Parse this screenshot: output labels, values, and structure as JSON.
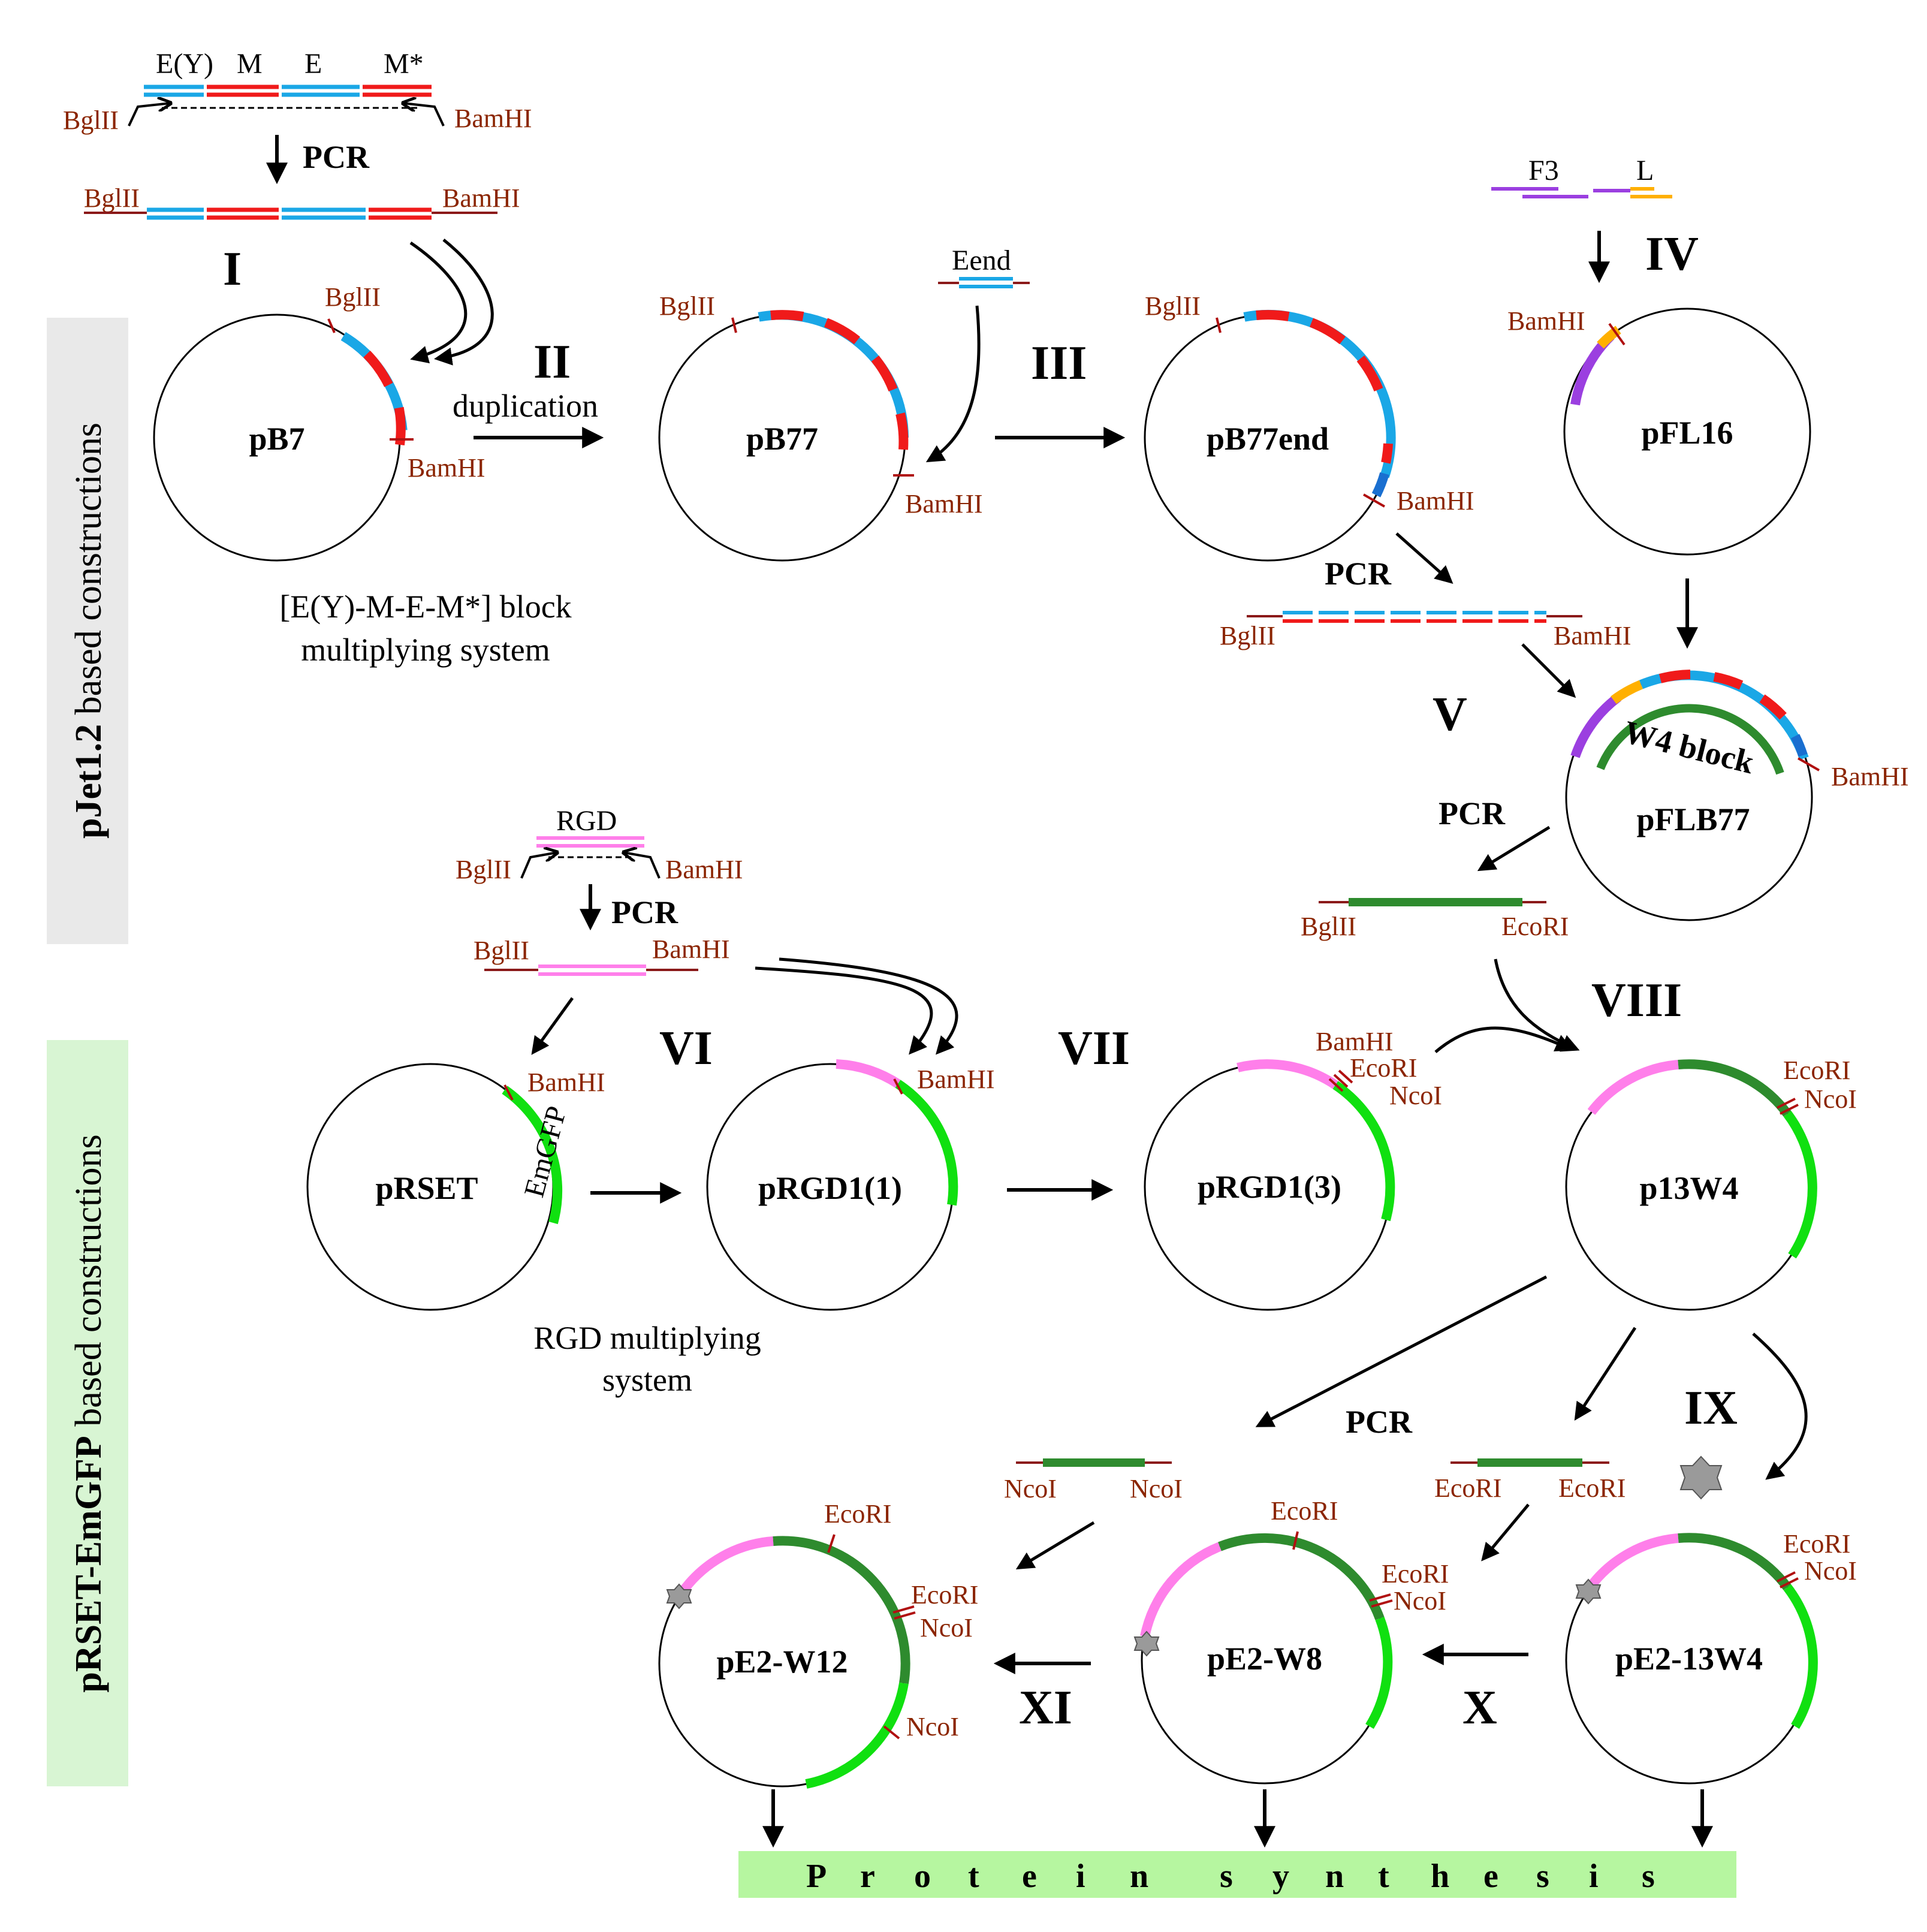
{
  "colors": {
    "E": "#1aa7e6",
    "M": "#f01a1a",
    "F3": "#9b3fe0",
    "L": "#ffb000",
    "RGD": "#ff7fea",
    "EmGFP": "#10e010",
    "W_block": "#2e8b2e",
    "site_mark": "#b01010",
    "panel_grey": "#e9e9e9",
    "panel_green": "#d8f5d3",
    "protein_bar": "#b6f6a0"
  },
  "side_labels": {
    "top_bold": "pJet1.2",
    "top_rest": " based constructions",
    "bottom_bold": "pRSET-EmGFP",
    "bottom_rest": " based constructions"
  },
  "fragments": {
    "start": {
      "e": "E(Y)",
      "m": "M",
      "e2": "E",
      "m2": "M*",
      "left": "BglII",
      "right": "BamHI"
    },
    "pcr1": {
      "left": "BglII",
      "right": "BamHI"
    },
    "eend": "Eend",
    "f3l": {
      "f3": "F3",
      "l": "L"
    },
    "pcr2": {
      "left": "BglII",
      "right": "BamHI"
    },
    "w4": {
      "left": "BglII",
      "right": "EcoRI"
    },
    "rgd": {
      "name": "RGD",
      "left": "BglII",
      "right": "BamHI"
    },
    "rgd_pcr": {
      "left": "BglII",
      "right": "BamHI"
    },
    "ncoi": {
      "left": "NcoI",
      "right": "NcoI"
    },
    "ecori": {
      "left": "EcoRI",
      "right": "EcoRI"
    }
  },
  "process": {
    "pcr": "PCR",
    "duplication": "duplication"
  },
  "steps": [
    "I",
    "II",
    "III",
    "IV",
    "V",
    "VI",
    "VII",
    "VIII",
    "IX",
    "X",
    "XI"
  ],
  "plasmids": {
    "pB7": {
      "name": "pB7",
      "sites": [
        "BglII",
        "BamHI"
      ]
    },
    "pB77": {
      "name": "pB77",
      "sites": [
        "BglII",
        "BamHI"
      ]
    },
    "pB77end": {
      "name": "pB77end",
      "sites": [
        "BglII",
        "BamHI"
      ]
    },
    "pFL16": {
      "name": "pFL16",
      "sites": [
        "BamHI"
      ]
    },
    "pFLB77": {
      "name": "pFLB77",
      "sites": [
        "BamHI"
      ],
      "block_label": "W4 block"
    },
    "pRSET": {
      "name": "pRSET",
      "sites": [
        "BamHI"
      ],
      "gene": "EmGFP"
    },
    "pRGD1_1": {
      "name": "pRGD1(1)",
      "sites": [
        "BamHI"
      ]
    },
    "pRGD1_3": {
      "name": "pRGD1(3)",
      "sites": [
        "BamHI",
        "EcoRI",
        "NcoI"
      ]
    },
    "p13W4": {
      "name": "p13W4",
      "sites": [
        "EcoRI",
        "NcoI"
      ]
    },
    "pE2_W12": {
      "name": "pE2-W12",
      "sites": [
        "EcoRI",
        "EcoRI",
        "NcoI",
        "NcoI"
      ]
    },
    "pE2_W8": {
      "name": "pE2-W8",
      "sites": [
        "EcoRI",
        "EcoRI",
        "NcoI"
      ]
    },
    "pE2_13W4": {
      "name": "pE2-13W4",
      "sites": [
        "EcoRI",
        "NcoI"
      ]
    }
  },
  "captions": {
    "block_line1": "[E(Y)-M-E-M*] block",
    "block_line2": "multiplying system",
    "rgd_line1": "RGD  multiplying",
    "rgd_line2": "system"
  },
  "protein_synthesis": [
    "P",
    "r",
    "o",
    "t",
    "e",
    "i",
    "n",
    "s",
    "y",
    "n",
    "t",
    "h",
    "e",
    "s",
    "i",
    "s"
  ]
}
